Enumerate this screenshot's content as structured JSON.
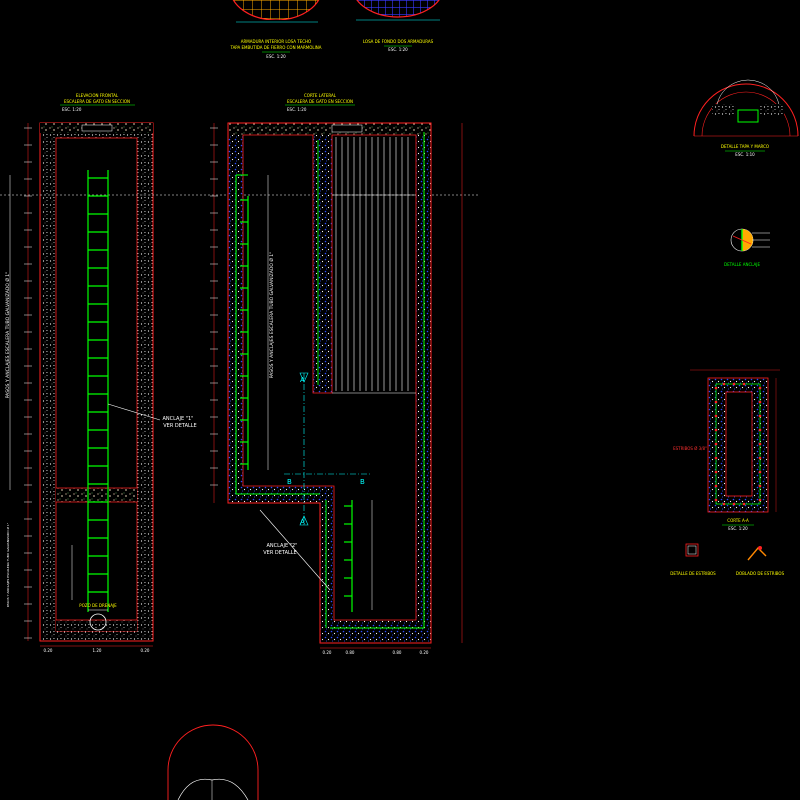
{
  "top_details": {
    "left_caption_1": "ARMADURA INTERIOR LOSA TECHO",
    "left_caption_2": "TAPA EMBUTIDA DE FIERRO CON MARMOLINA",
    "left_scale": "ESC. 1:20",
    "right_caption": "LOSA DE FONDO DOS ARMADURAS",
    "right_scale": "ESC. 1:20"
  },
  "front_elevation": {
    "title": "ELEVACION FRONTAL",
    "subtitle": "ESCALERA DE GATO EN SECCION",
    "scale": "ESC. 1:20",
    "vertical_note": "PASOS Y ANCLAJES ESCALERA TUBO GALVANIZADO Ø 1\"",
    "vertical_note_lower": "PASOS Y ANCLAJES ESCALERA TUBO GALVANIZADO Ø 1\"",
    "anchor_label": "ANCLAJE \"1\"",
    "anchor_ref": "VER DETALLE",
    "sump_note": "POZO DE DRENAJE",
    "dims_bottom": [
      "0.20",
      "1.20",
      "0.20"
    ]
  },
  "side_section": {
    "title": "CORTE LATERAL",
    "subtitle": "ESCALERA DE GATO EN SECCION",
    "scale": "ESC. 1:20",
    "vertical_note": "PASOS Y ANCLAJES ESCALERA TUBO GALVANIZADO Ø 1\"",
    "anchor_label": "ANCLAJE \"2\"",
    "anchor_ref": "VER DETALLE",
    "cut_a": "A",
    "cut_b": "B",
    "dims_bottom": [
      "0.20",
      "0.80",
      "0.80",
      "0.20"
    ]
  },
  "right_details": {
    "arch_caption": "DETALLE TAPA Y MARCO",
    "arch_scale": "ESC. 1:10",
    "circle_caption": "DETALLE ANCLAJE",
    "corte_title": "CORTE A-A",
    "corte_scale": "ESC. 1:20",
    "rebar_note": "ESTRIBOS Ø 3/8\"",
    "stirrup_left": "DETALLE DE ESTRIBOS",
    "stirrup_right": "DOBLADO DE ESTRIBOS"
  }
}
